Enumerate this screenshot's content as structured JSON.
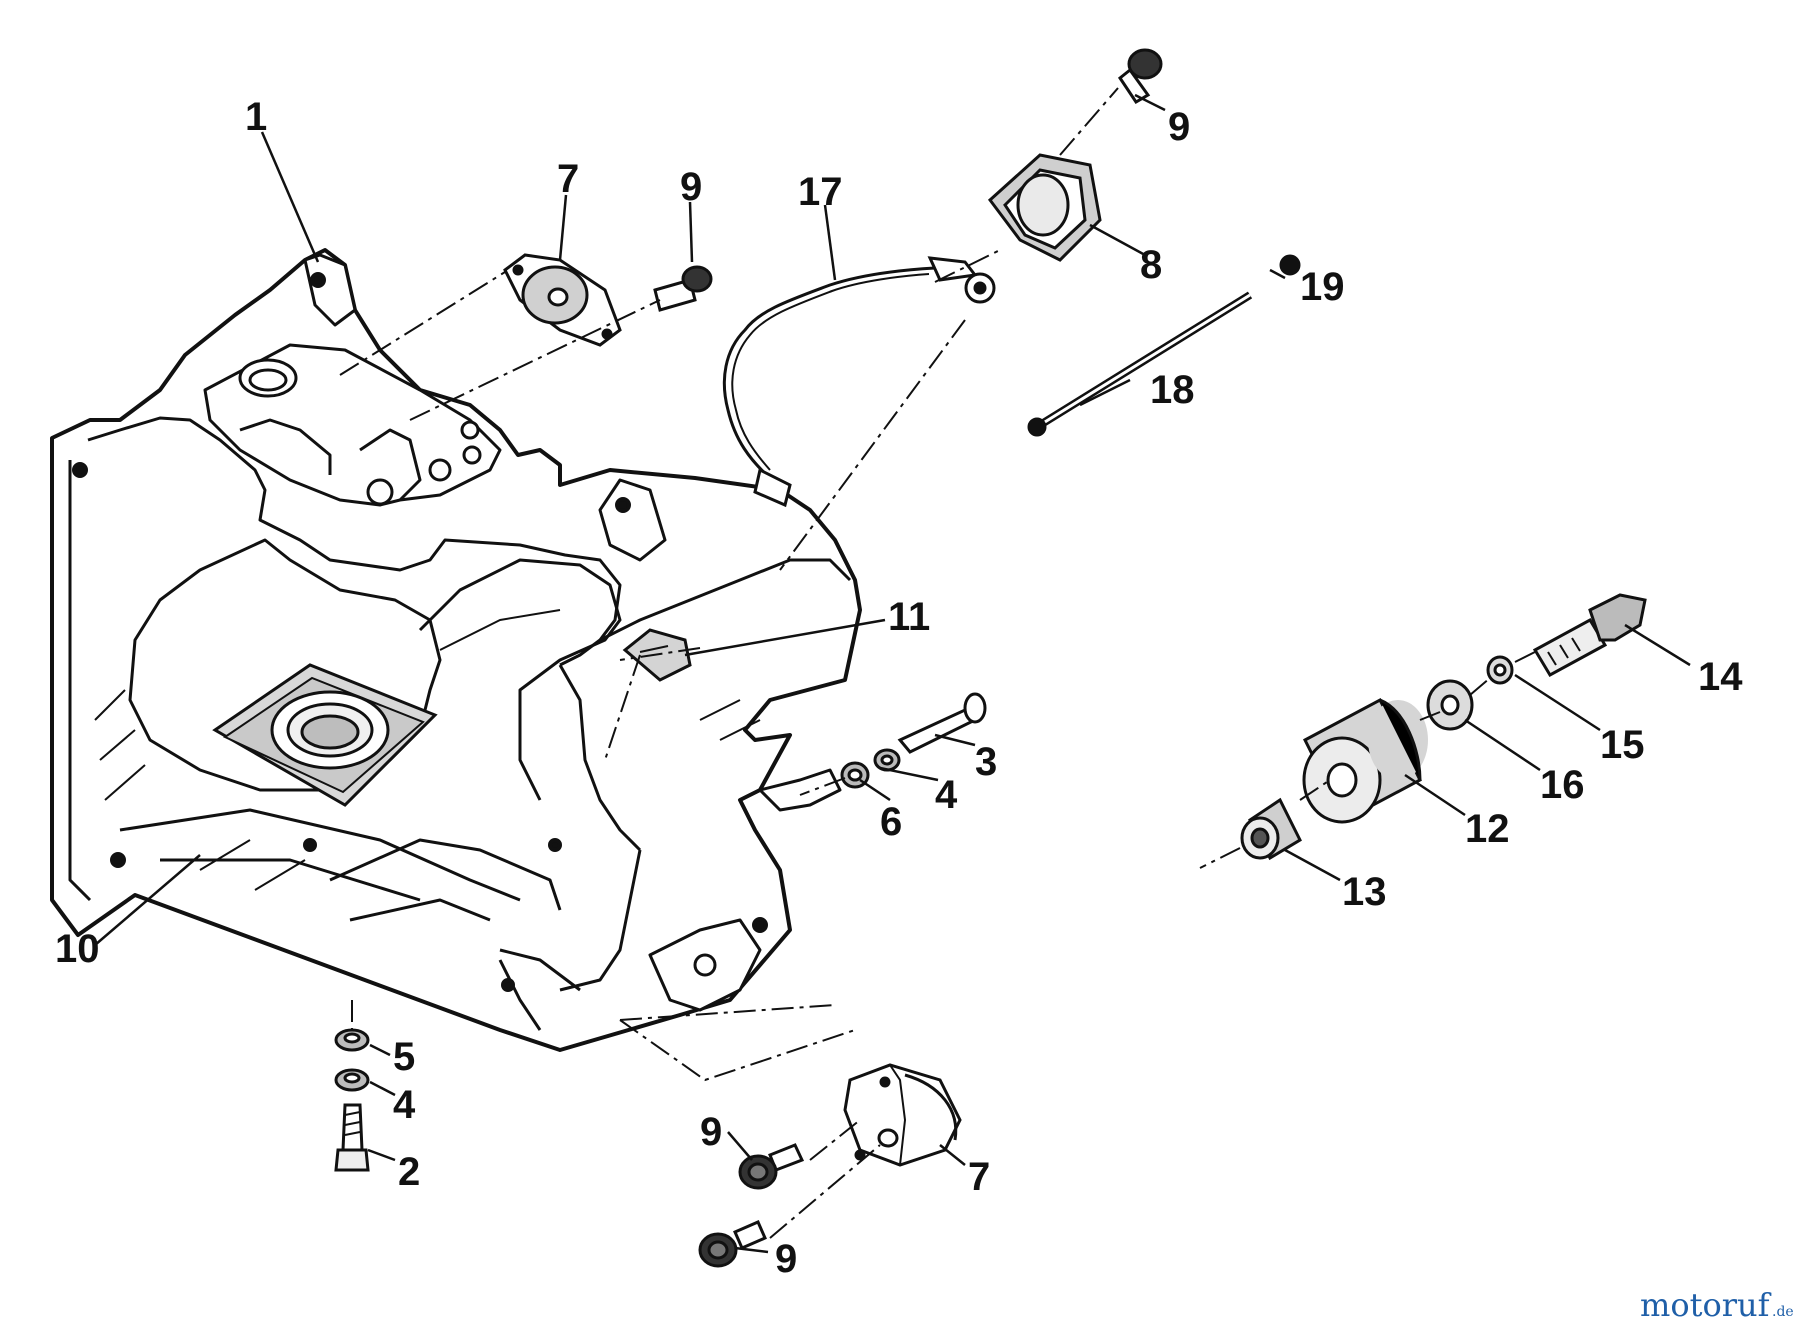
{
  "diagram": {
    "callouts": [
      {
        "id": "c1",
        "label": "1"
      },
      {
        "id": "c7a",
        "label": "7"
      },
      {
        "id": "c9a",
        "label": "9"
      },
      {
        "id": "c17",
        "label": "17"
      },
      {
        "id": "c9b",
        "label": "9"
      },
      {
        "id": "c8",
        "label": "8"
      },
      {
        "id": "c19",
        "label": "19"
      },
      {
        "id": "c18",
        "label": "18"
      },
      {
        "id": "c11",
        "label": "11"
      },
      {
        "id": "c3",
        "label": "3"
      },
      {
        "id": "c4a",
        "label": "4"
      },
      {
        "id": "c6",
        "label": "6"
      },
      {
        "id": "c14",
        "label": "14"
      },
      {
        "id": "c15",
        "label": "15"
      },
      {
        "id": "c16",
        "label": "16"
      },
      {
        "id": "c12",
        "label": "12"
      },
      {
        "id": "c13",
        "label": "13"
      },
      {
        "id": "c10",
        "label": "10"
      },
      {
        "id": "c5",
        "label": "5"
      },
      {
        "id": "c4b",
        "label": "4"
      },
      {
        "id": "c2",
        "label": "2"
      },
      {
        "id": "c9c",
        "label": "9"
      },
      {
        "id": "c7b",
        "label": "7"
      },
      {
        "id": "c9d",
        "label": "9"
      }
    ]
  },
  "watermark": {
    "name": "motoruf",
    "suffix": ".de",
    "color_primary": "#1f5fa8",
    "color_accent": "#e07b1a"
  }
}
